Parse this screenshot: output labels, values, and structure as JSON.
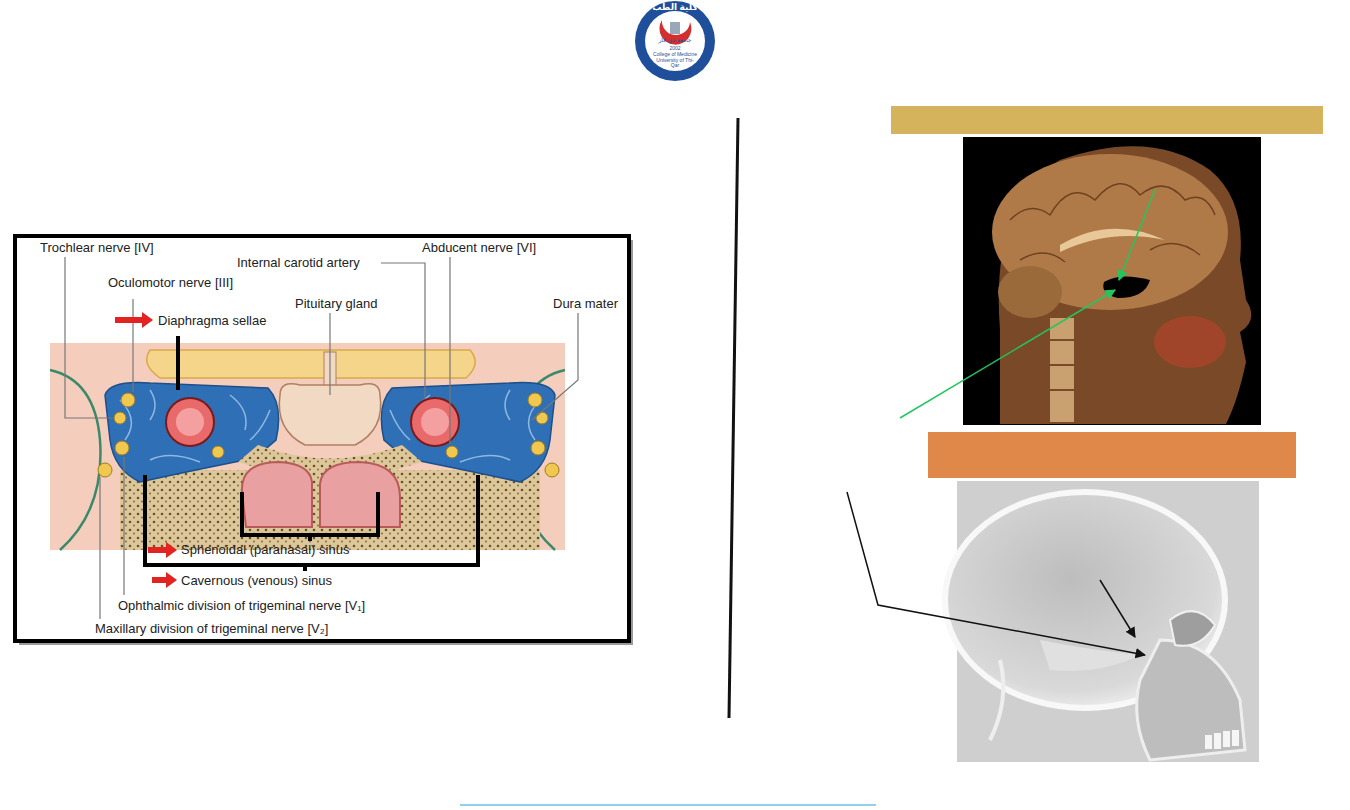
{
  "diagram": {
    "labels": [
      "كلية الطب",
      "جامعة ذي قار",
      "2002",
      "College of Medicine University of Thi-Qar",
      "Trochlear nerve [IV]",
      "Abducent nerve [VI]",
      "Internal carotid artery",
      "Oculomotor nerve [III]",
      "Pituitary gland",
      "Dura mater",
      "Diaphragma sellae",
      "Sphenoidal (paranasal) sinus",
      "Cavernous (venous) sinus",
      "Ophthalmic division of trigeminal nerve [V₁]",
      "Maxillary division of trigeminal nerve [V₂]"
    ]
  }
}
